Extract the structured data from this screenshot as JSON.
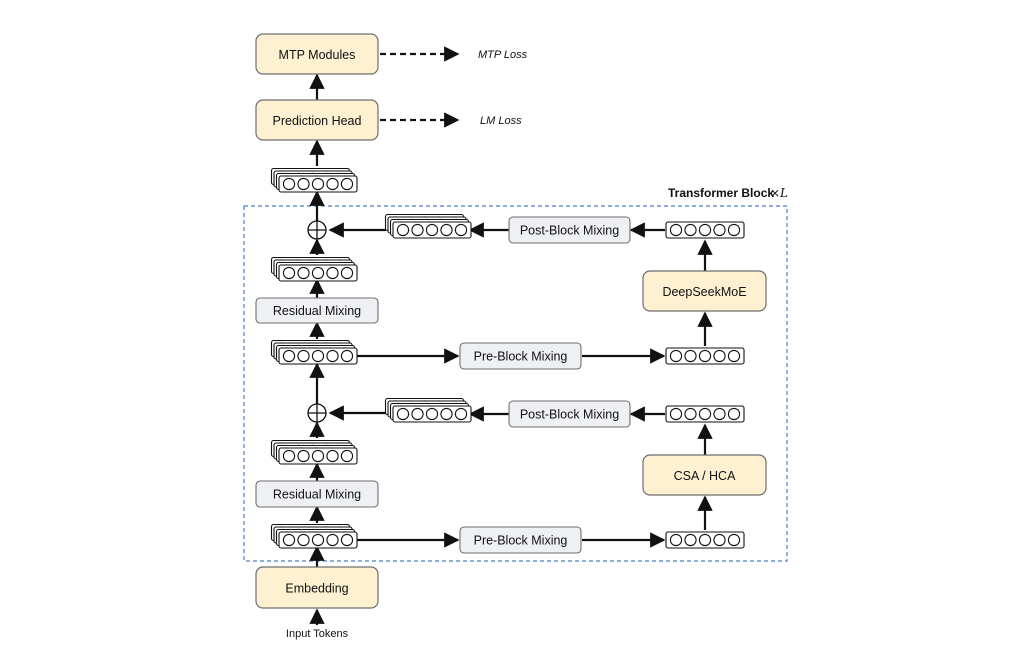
{
  "labels": {
    "mtp_modules": "MTP Modules",
    "mtp_loss": "MTP Loss",
    "prediction_head": "Prediction Head",
    "lm_loss": "LM Loss",
    "transformer_block_title": "Transformer Block",
    "transformer_block_multiplier": "×L",
    "post_block_mixing_top": "Post-Block Mixing",
    "deepseek_moe": "DeepSeekMoE",
    "residual_mixing_top": "Residual Mixing",
    "pre_block_mixing_top": "Pre-Block Mixing",
    "post_block_mixing_bottom": "Post-Block Mixing",
    "csa_hca": "CSA / HCA",
    "residual_mixing_bottom": "Residual Mixing",
    "pre_block_mixing_bottom": "Pre-Block Mixing",
    "embedding": "Embedding",
    "input_tokens": "Input Tokens"
  },
  "colors": {
    "yellow_box": "#fdf1d2",
    "gray_box": "#eef0f4",
    "box_stroke": "#6f6f6f",
    "dashed_border": "#4a7fbf",
    "arrow": "#111111"
  }
}
